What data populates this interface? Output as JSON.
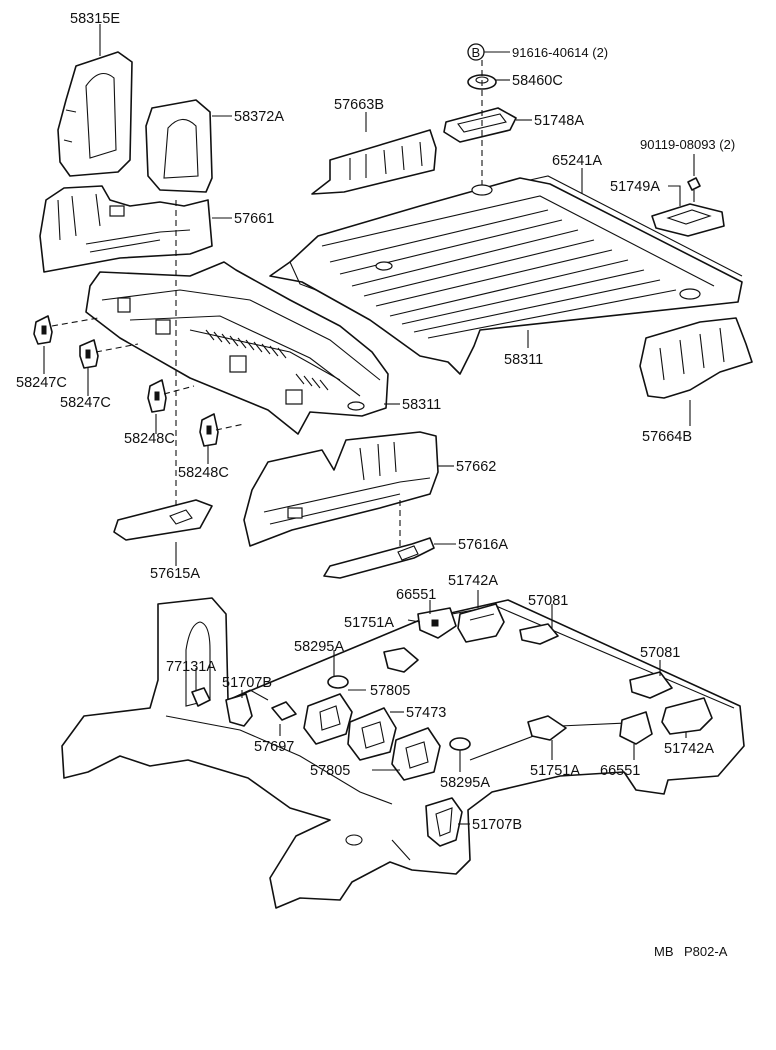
{
  "figure_ref": {
    "prefix": "MB",
    "code": "P802-A"
  },
  "bolt_symbol": "B",
  "parts": {
    "p58315E": "58315E",
    "p58372A": "58372A",
    "p57661": "57661",
    "p58247C_1": "58247C",
    "p58247C_2": "58247C",
    "p58248C_1": "58248C",
    "p58248C_2": "58248C",
    "p58311_front": "58311",
    "p58311_rear": "58311",
    "p57615A": "57615A",
    "p57662": "57662",
    "p57616A": "57616A",
    "p57663B": "57663B",
    "p91616": "91616-40614 (2)",
    "p58460C": "58460C",
    "p51748A": "51748A",
    "p65241A": "65241A",
    "p90119": "90119-08093 (2)",
    "p51749A": "51749A",
    "p57664B": "57664B",
    "p66551_top": "66551",
    "p51742A_top": "51742A",
    "p51751A_top": "51751A",
    "p57081_1": "57081",
    "p57081_2": "57081",
    "p58295A_top": "58295A",
    "p77131A": "77131A",
    "p51707B_top": "51707B",
    "p57805_top": "57805",
    "p57473": "57473",
    "p57697": "57697",
    "p57805_bot": "57805",
    "p58295A_bot": "58295A",
    "p51751A_bot": "51751A",
    "p66551_bot": "66551",
    "p51742A_bot": "51742A",
    "p51707B_bot": "51707B"
  }
}
